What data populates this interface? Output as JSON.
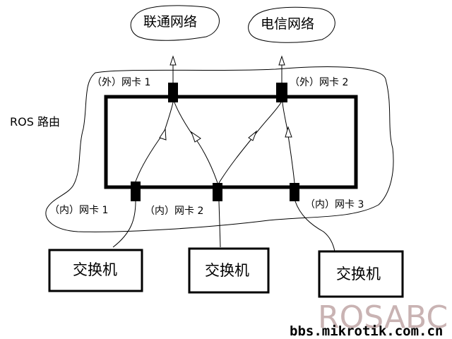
{
  "networks": {
    "unicom": "联通网络",
    "telecom": "电信网络"
  },
  "router": {
    "label": "ROS 路由"
  },
  "nics": {
    "ext1": "（外）网卡 1",
    "ext2": "（外）网卡 2",
    "int1": "（内）网卡 1",
    "int2": "（内）网卡 2",
    "int3": "（内）网卡 3"
  },
  "switches": {
    "s1": "交换机",
    "s2": "交换机",
    "s3": "交换机"
  },
  "watermark": {
    "brand": "ROSABC",
    "url": "bbs.mikrotik.com.cn"
  },
  "colors": {
    "line": "#000000",
    "watermark": "#c9b3b3"
  }
}
